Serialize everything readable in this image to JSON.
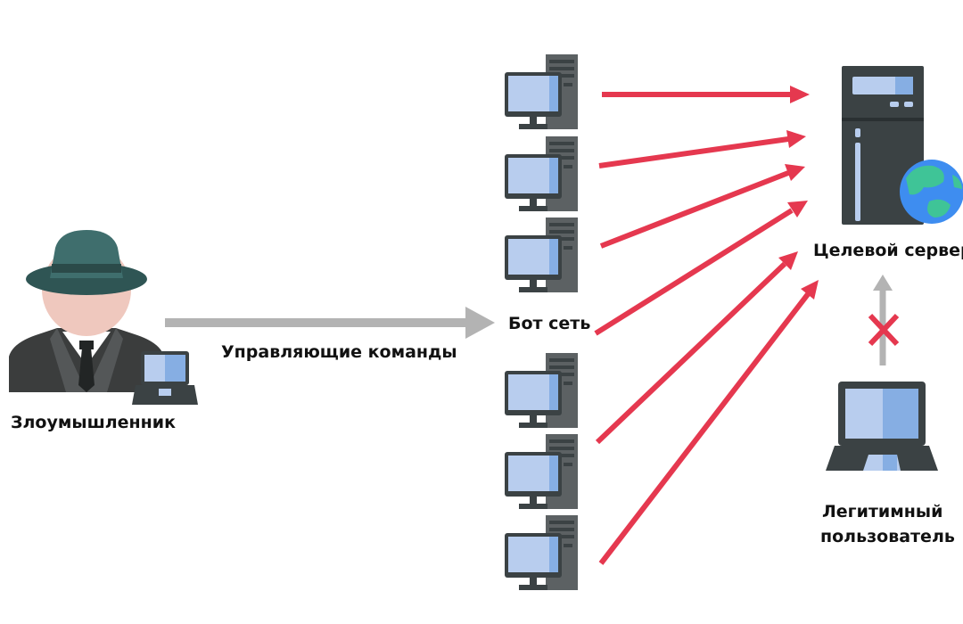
{
  "labels": {
    "attacker": "Злоумышленник",
    "commands": "Управляющие команды",
    "botnet": "Бот сеть",
    "target": "Целевой сервер",
    "legit_line1": "Легитимный",
    "legit_line2": "пользователь"
  },
  "icons": {
    "attacker": "hacker-icon",
    "attacker_laptop": "laptop-icon",
    "bot": "desktop-computer-icon",
    "server": "server-icon",
    "globe": "globe-icon",
    "legit_laptop": "laptop-icon",
    "blocked": "cross-icon"
  },
  "colors": {
    "attack_arrow": "#e5384f",
    "command_arrow": "#b3b3b3",
    "blocked_cross": "#e5384f",
    "hat": "#3f6e6d",
    "screen": "#b8cdee",
    "dark": "#3b4244"
  },
  "bots": [
    {
      "id": "bot-1"
    },
    {
      "id": "bot-2"
    },
    {
      "id": "bot-3"
    },
    {
      "id": "bot-4"
    },
    {
      "id": "bot-5"
    },
    {
      "id": "bot-6"
    }
  ]
}
